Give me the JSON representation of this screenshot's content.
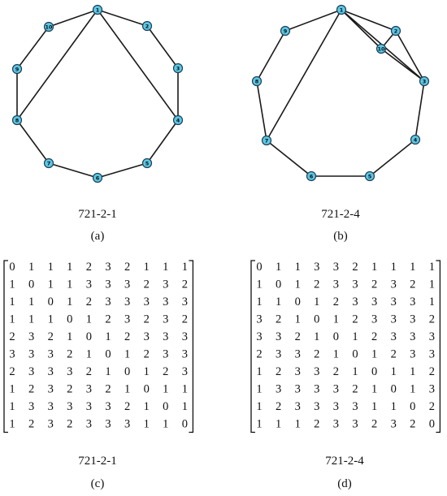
{
  "panels": [
    {
      "name": "721-2-1",
      "label": "(a)",
      "nodes": [
        "1",
        "2",
        "3",
        "4",
        "5",
        "6",
        "7",
        "8",
        "9",
        "10"
      ],
      "edges": [
        [
          "1",
          "2"
        ],
        [
          "2",
          "3"
        ],
        [
          "3",
          "4"
        ],
        [
          "4",
          "5"
        ],
        [
          "5",
          "6"
        ],
        [
          "6",
          "7"
        ],
        [
          "7",
          "8"
        ],
        [
          "8",
          "9"
        ],
        [
          "9",
          "10"
        ],
        [
          "10",
          "1"
        ],
        [
          "1",
          "8"
        ],
        [
          "1",
          "4"
        ]
      ]
    },
    {
      "name": "721-2-4",
      "label": "(b)",
      "nodes": [
        "1",
        "2",
        "10",
        "3",
        "4",
        "5",
        "6",
        "7",
        "8",
        "9"
      ],
      "edges": [
        [
          "1",
          "2"
        ],
        [
          "2",
          "3"
        ],
        [
          "1",
          "10"
        ],
        [
          "10",
          "3"
        ],
        [
          "2",
          "10"
        ],
        [
          "1",
          "3"
        ],
        [
          "3",
          "4"
        ],
        [
          "4",
          "5"
        ],
        [
          "5",
          "6"
        ],
        [
          "6",
          "7"
        ],
        [
          "7",
          "8"
        ],
        [
          "8",
          "9"
        ],
        [
          "9",
          "1"
        ],
        [
          "1",
          "7"
        ]
      ]
    },
    {
      "name": "721-2-1",
      "label": "(c)",
      "matrix": [
        [
          0,
          1,
          1,
          1,
          2,
          3,
          2,
          1,
          1,
          1
        ],
        [
          1,
          0,
          1,
          1,
          3,
          3,
          3,
          2,
          3,
          2
        ],
        [
          1,
          1,
          0,
          1,
          2,
          3,
          3,
          3,
          3,
          3
        ],
        [
          1,
          1,
          1,
          0,
          1,
          2,
          3,
          2,
          3,
          2
        ],
        [
          2,
          3,
          2,
          1,
          0,
          1,
          2,
          3,
          3,
          3
        ],
        [
          3,
          3,
          3,
          2,
          1,
          0,
          1,
          2,
          3,
          3
        ],
        [
          2,
          3,
          3,
          3,
          2,
          1,
          0,
          1,
          2,
          3
        ],
        [
          1,
          2,
          3,
          2,
          3,
          2,
          1,
          0,
          1,
          1
        ],
        [
          1,
          3,
          3,
          3,
          3,
          3,
          2,
          1,
          0,
          1
        ],
        [
          1,
          2,
          3,
          2,
          3,
          3,
          3,
          1,
          1,
          0
        ]
      ]
    },
    {
      "name": "721-2-4",
      "label": "(d)",
      "matrix": [
        [
          0,
          1,
          1,
          3,
          3,
          2,
          1,
          1,
          1,
          1
        ],
        [
          1,
          0,
          1,
          2,
          3,
          3,
          2,
          3,
          2,
          1
        ],
        [
          1,
          1,
          0,
          1,
          2,
          3,
          3,
          3,
          3,
          1
        ],
        [
          3,
          2,
          1,
          0,
          1,
          2,
          3,
          3,
          3,
          2
        ],
        [
          3,
          3,
          2,
          1,
          0,
          1,
          2,
          3,
          3,
          3
        ],
        [
          2,
          3,
          3,
          2,
          1,
          0,
          1,
          2,
          3,
          3
        ],
        [
          1,
          2,
          3,
          3,
          2,
          1,
          0,
          1,
          1,
          2
        ],
        [
          1,
          3,
          3,
          3,
          3,
          2,
          1,
          0,
          1,
          3
        ],
        [
          1,
          2,
          3,
          3,
          3,
          3,
          1,
          1,
          0,
          2
        ],
        [
          1,
          1,
          1,
          2,
          3,
          3,
          2,
          3,
          2,
          0
        ]
      ]
    }
  ]
}
